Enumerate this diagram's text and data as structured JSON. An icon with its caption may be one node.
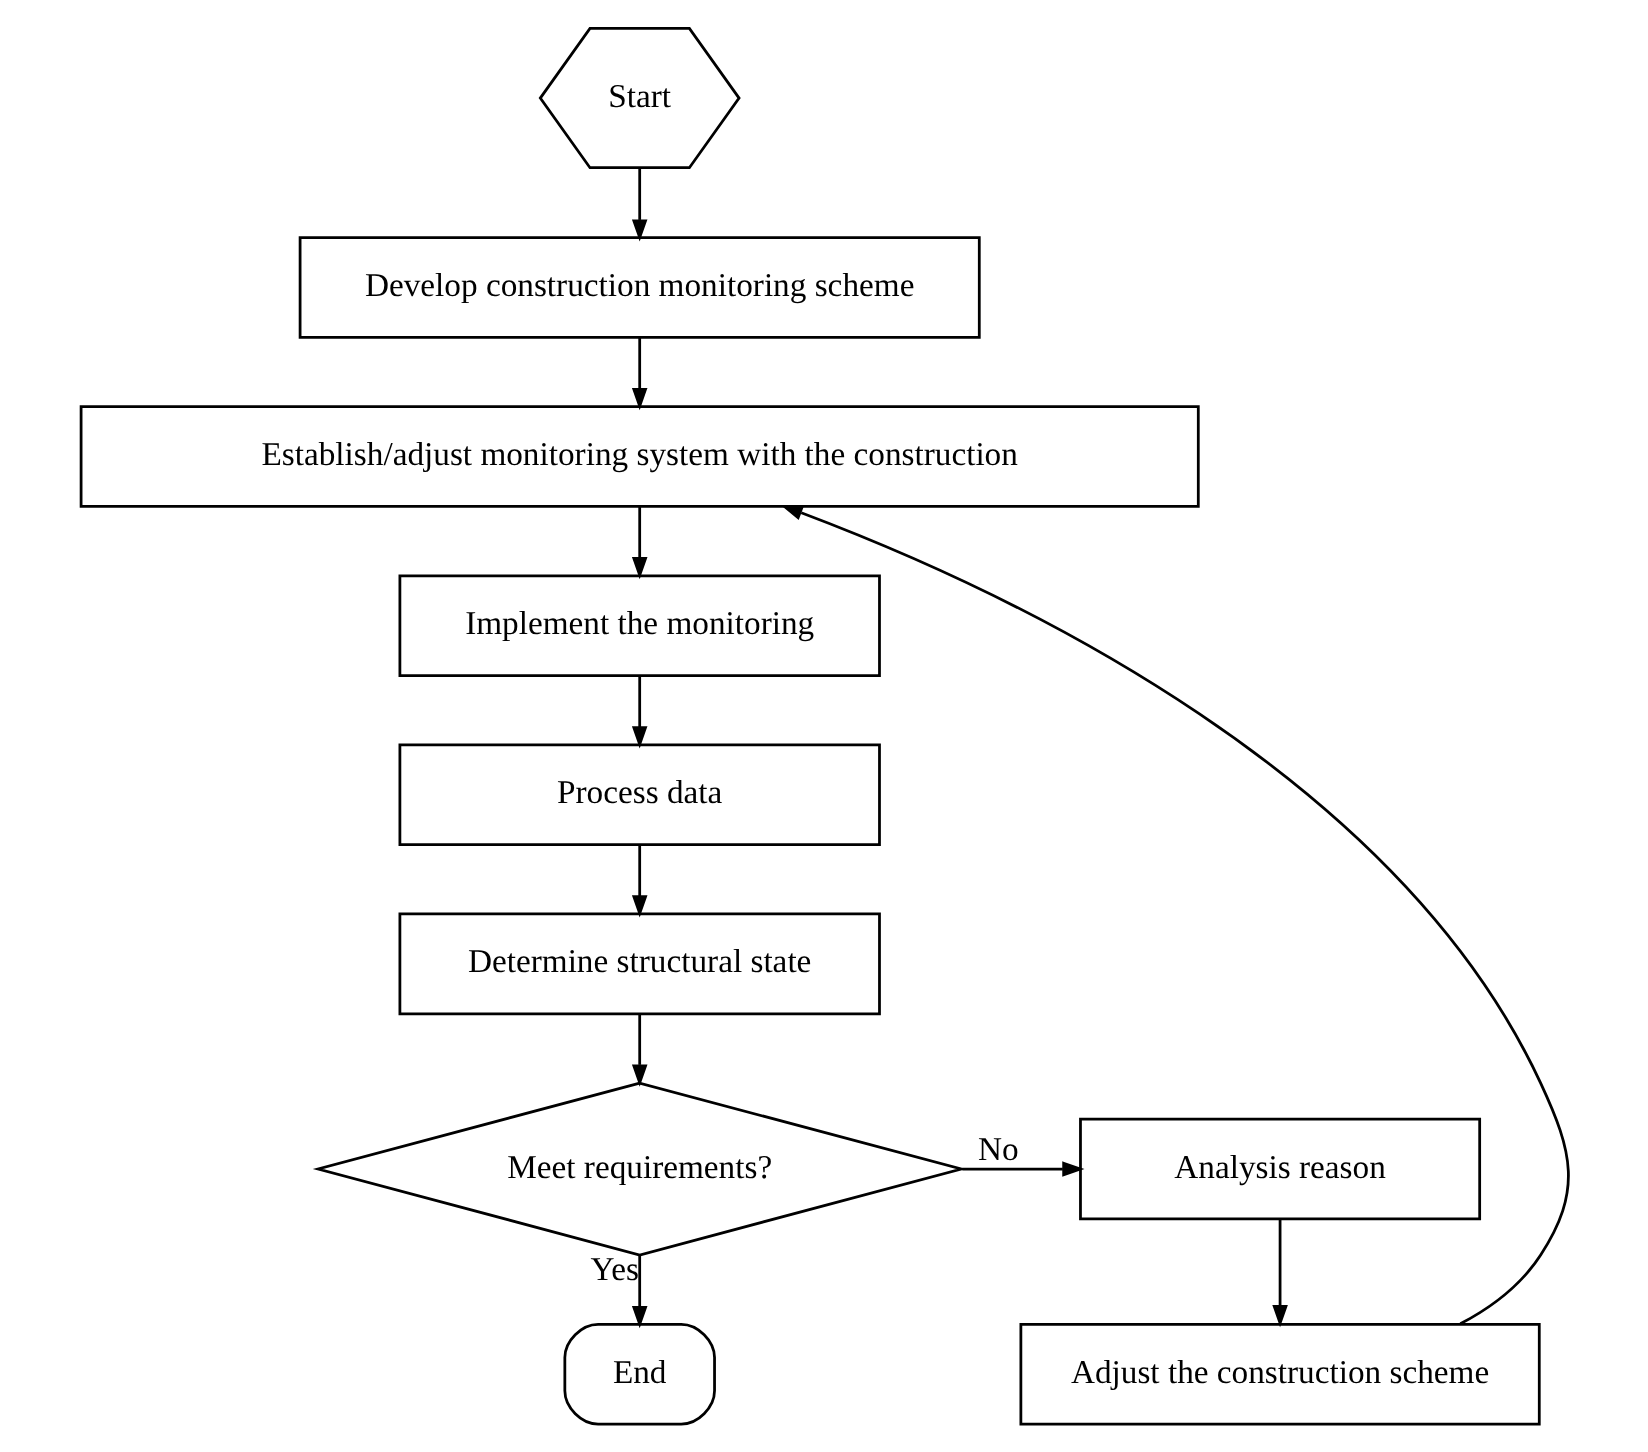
{
  "diagram": {
    "nodes": [
      {
        "text": [
          "Start"
        ]
      },
      {
        "text": [
          "Develop construction monitoring scheme"
        ]
      },
      {
        "text": [
          "Establish/adjust monitoring system with the construction"
        ]
      },
      {
        "text": [
          "Implement the monitoring"
        ]
      },
      {
        "text": [
          "Process data"
        ]
      },
      {
        "text": [
          "Determine structural state"
        ]
      },
      {
        "text": [
          "Meet requirements?"
        ]
      },
      {
        "text": [
          "Analysis reason"
        ]
      },
      {
        "text": [
          "Adjust the construction scheme"
        ]
      },
      {
        "text": [
          "End"
        ]
      }
    ],
    "edges": [
      {
        "from": 0,
        "to": 1,
        "arrow": "to"
      },
      {
        "from": 1,
        "to": 2,
        "arrow": "to"
      },
      {
        "from": 2,
        "to": 3,
        "arrow": "to"
      },
      {
        "from": 3,
        "to": 4,
        "arrow": "to"
      },
      {
        "from": 4,
        "to": 5,
        "arrow": "to"
      },
      {
        "from": 5,
        "to": 6,
        "arrow": "to"
      },
      {
        "from": 6,
        "to": 7,
        "arrow": "to",
        "label": "No"
      },
      {
        "from": 7,
        "to": 8,
        "arrow": "to"
      },
      {
        "from": 8,
        "to": 2,
        "arrow": "to"
      },
      {
        "from": 6,
        "to": 9,
        "arrow": "to",
        "label": "Yes"
      }
    ]
  }
}
